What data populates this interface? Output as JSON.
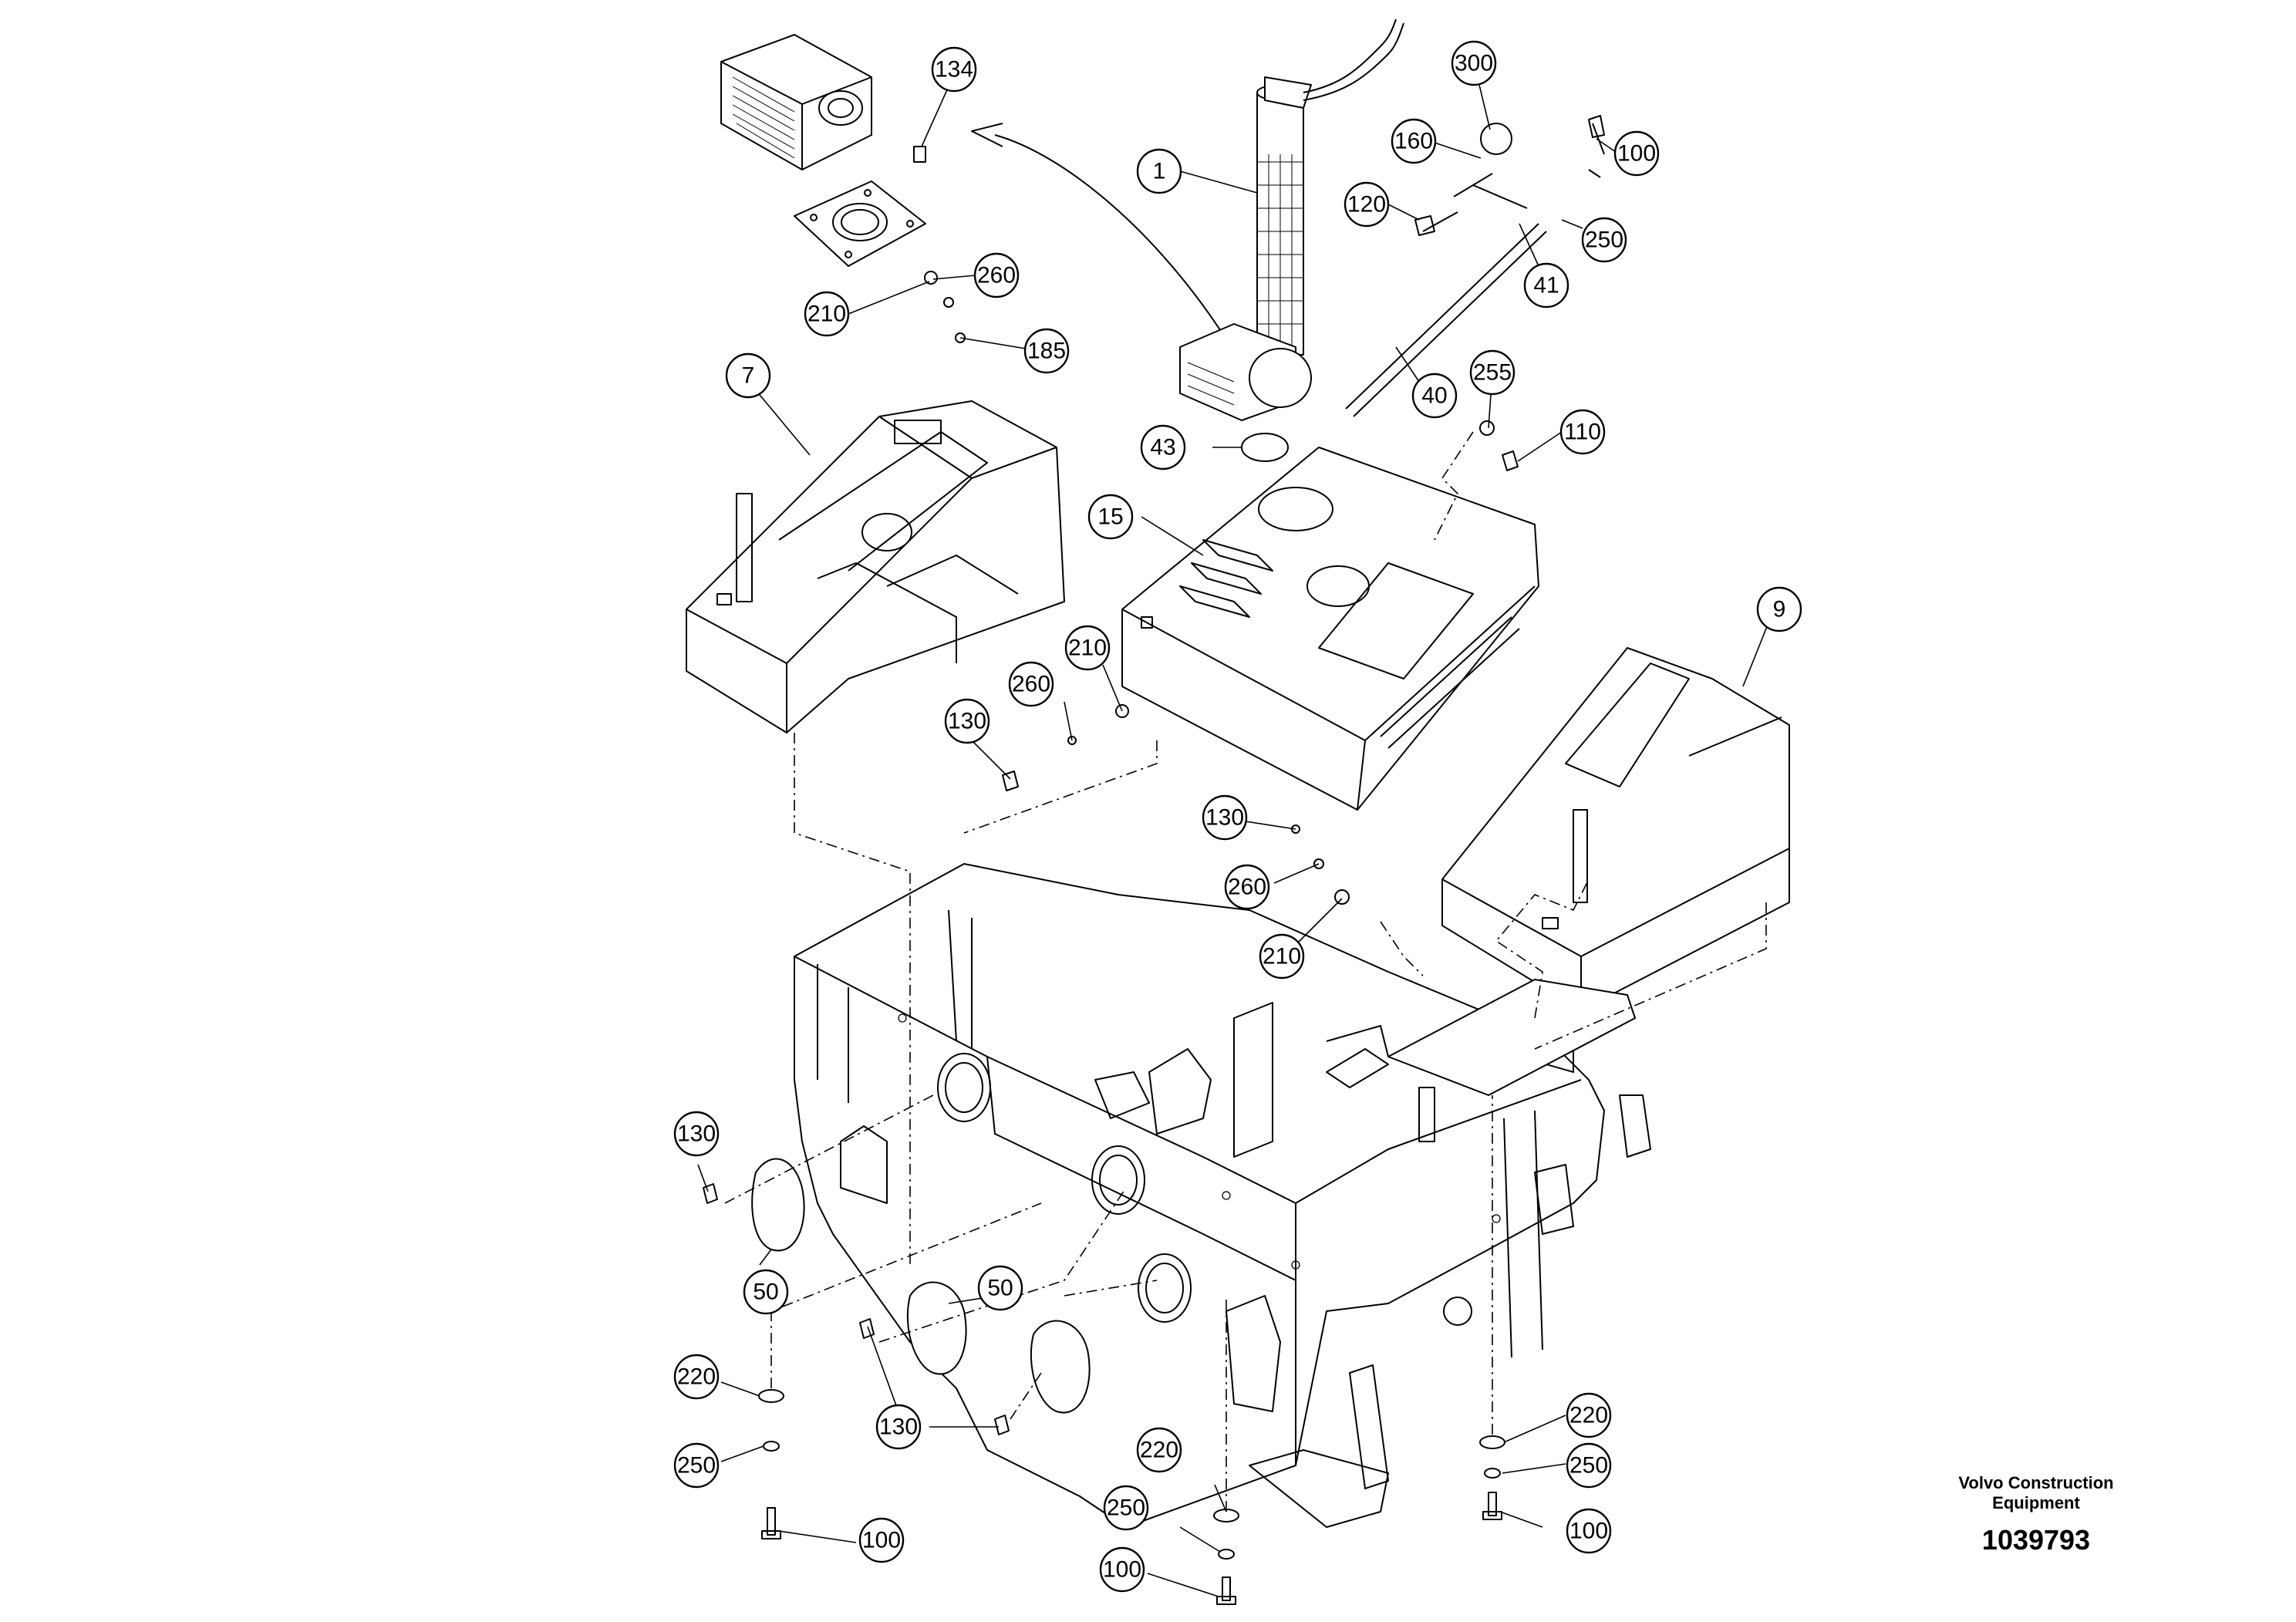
{
  "callouts": [
    {
      "label": "134"
    },
    {
      "label": "300"
    },
    {
      "label": "160"
    },
    {
      "label": "100"
    },
    {
      "label": "1"
    },
    {
      "label": "120"
    },
    {
      "label": "250"
    },
    {
      "label": "41"
    },
    {
      "label": "260"
    },
    {
      "label": "210"
    },
    {
      "label": "185"
    },
    {
      "label": "7"
    },
    {
      "label": "40"
    },
    {
      "label": "255"
    },
    {
      "label": "43"
    },
    {
      "label": "110"
    },
    {
      "label": "15"
    },
    {
      "label": "9"
    },
    {
      "label": "210"
    },
    {
      "label": "260"
    },
    {
      "label": "130"
    },
    {
      "label": "130"
    },
    {
      "label": "260"
    },
    {
      "label": "210"
    },
    {
      "label": "130"
    },
    {
      "label": "50"
    },
    {
      "label": "50"
    },
    {
      "label": "220"
    },
    {
      "label": "130"
    },
    {
      "label": "250"
    },
    {
      "label": "220"
    },
    {
      "label": "220"
    },
    {
      "label": "250"
    },
    {
      "label": "250"
    },
    {
      "label": "100"
    },
    {
      "label": "100"
    },
    {
      "label": "100"
    }
  ],
  "brand": {
    "company_line1": "Volvo Construction",
    "company_line2": "Equipment",
    "document_number": "1039793"
  }
}
